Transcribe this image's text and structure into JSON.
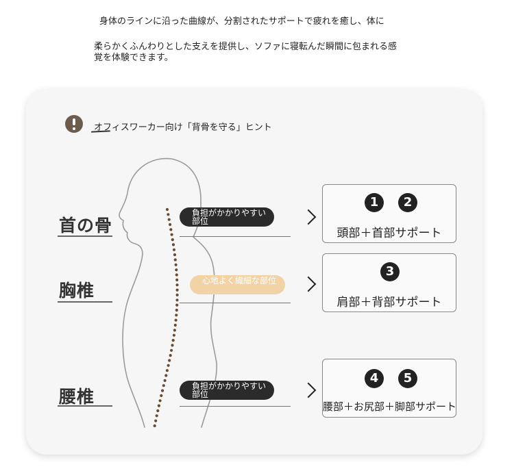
{
  "intro": {
    "line1": "身体のラインに沿った曲線が、分割されたサポートで疲れを癒し、体に",
    "line2": "柔らかくふんわりとした支えを提供し、ソファに寝転んだ瞬間に包まれる感",
    "line3": "覚を体験できます。"
  },
  "hint": {
    "icon": "exclamation-circle-icon",
    "text": "オフィスワーカー向け「背骨を守る」ヒント"
  },
  "regions": [
    {
      "name": "首の骨",
      "pill": "負担がかかりやすい部位",
      "numbers": [
        "1",
        "2"
      ],
      "support": "頭部＋首部サポート"
    },
    {
      "name": "胸椎",
      "pill": "心地よく繊細な部位",
      "numbers": [
        "3"
      ],
      "support": "肩部＋背部サポート"
    },
    {
      "name": "腰椎",
      "pill": "負担がかかりやすい部位",
      "numbers": [
        "4",
        "5"
      ],
      "support": "腰部＋お尻部＋脚部サポート"
    }
  ],
  "colors": {
    "dark_pill": "#2b2b2b",
    "soft_pill": "#f1d3a5",
    "spine_dots": "#6b4a2e",
    "icon": "#6b5c4d"
  }
}
